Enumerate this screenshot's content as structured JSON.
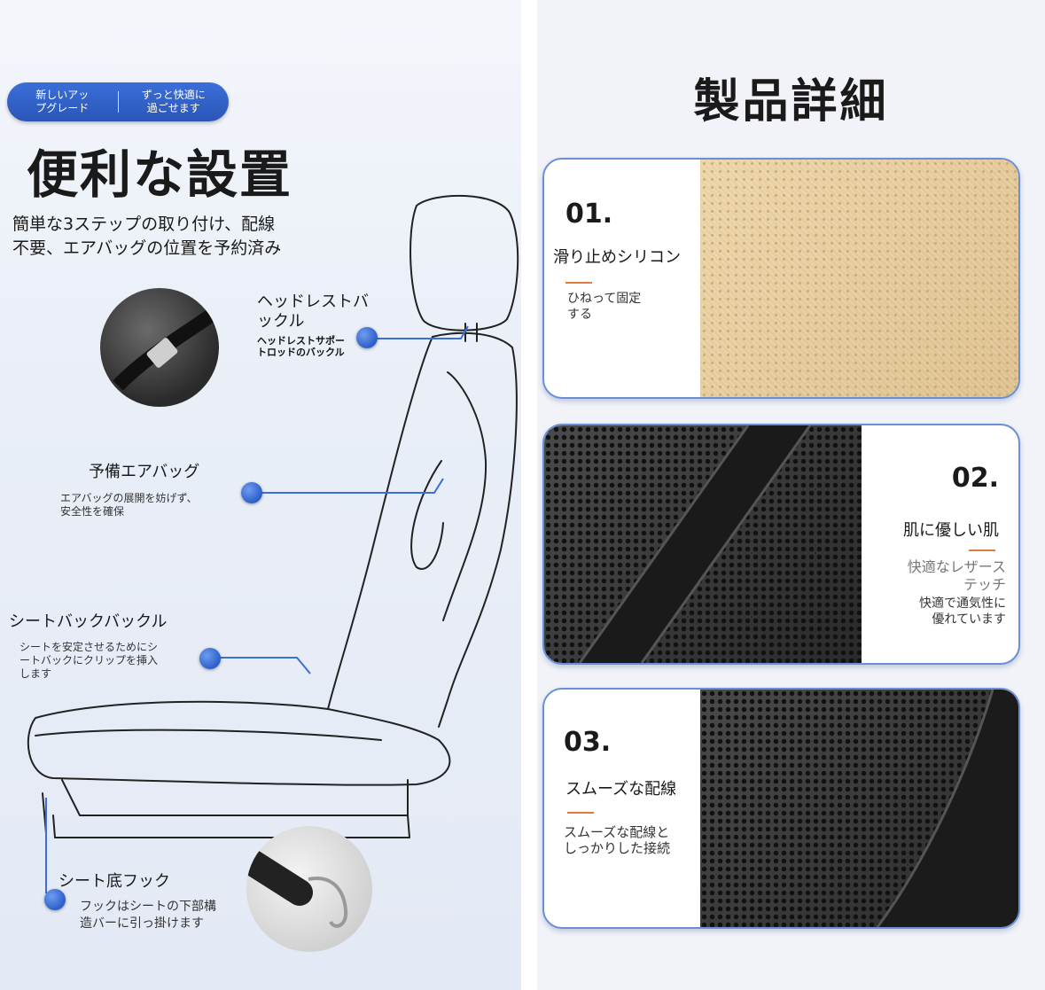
{
  "left": {
    "badge": {
      "left_text": "新しいアッ\nプグレード",
      "right_text": "ずっと快適に\n過ごせます"
    },
    "title": "便利な設置",
    "subtitle": "簡単な3ステップの取り付け、配線\n不要、エアバッグの位置を予約済み",
    "headrest": {
      "title": "ヘッドレストバ\nックル",
      "desc": "ヘッドレストサポー\nトロッドのバックル"
    },
    "airbag": {
      "title": "予備エアバッグ",
      "desc": "エアバッグの展開を妨げず、\n安全性を確保"
    },
    "seatback": {
      "title": "シートバックバックル",
      "desc": "シートを安定させるためにシ\nートバックにクリップを挿入\nします"
    },
    "hook": {
      "title": "シート底フック",
      "desc": "フックはシートの下部構\n造バーに引っ掛けます"
    }
  },
  "right": {
    "title": "製品詳細",
    "cards": [
      {
        "num": "01.",
        "title": "滑り止めシリコン",
        "desc": "ひねって固定\nする"
      },
      {
        "num": "02.",
        "title": "肌に優しい肌",
        "desc_light": "快適なレザース\nテッチ",
        "desc": "快適で通気性に\n優れています"
      },
      {
        "num": "03.",
        "title": "スムーズな配線",
        "desc": "スムーズな配線と\nしっかりした接続"
      }
    ]
  },
  "colors": {
    "accent_blue": "#2b5fc9",
    "card_border": "#6b8fd6",
    "underline_orange": "#e07b3e"
  }
}
